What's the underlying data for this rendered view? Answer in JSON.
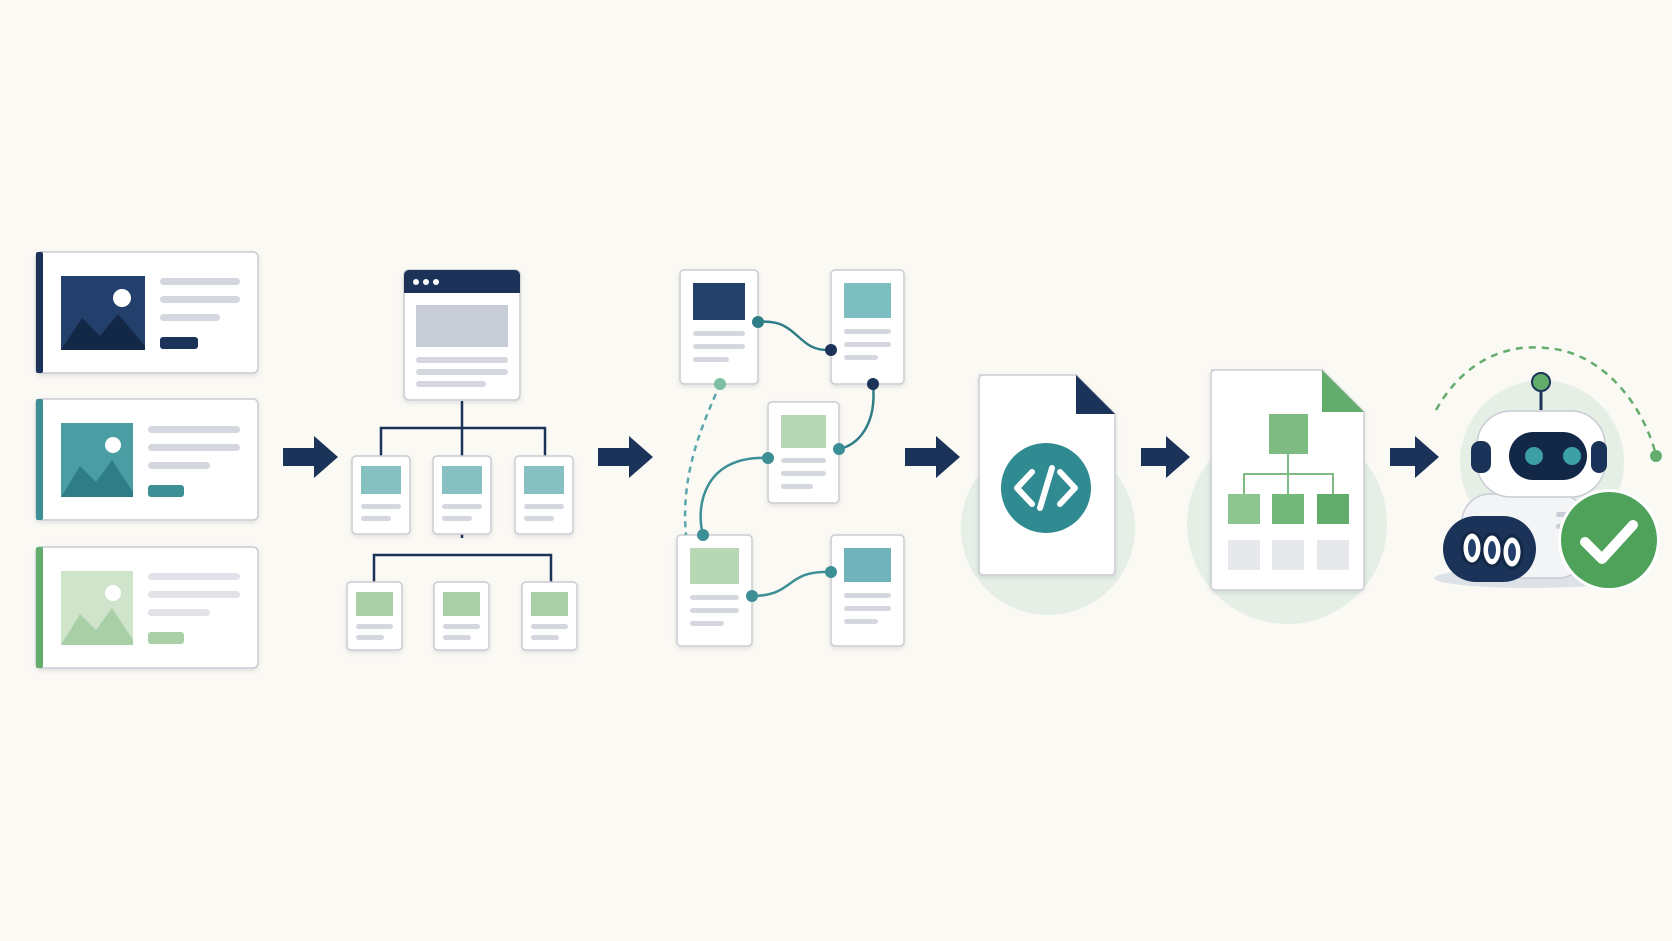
{
  "colors": {
    "background": "#fbf9f4",
    "navy": "#1b3358",
    "navy_dark": "#132846",
    "teal": "#3d8f96",
    "teal_mid": "#5aa7ab",
    "teal_light": "#86c0c1",
    "green": "#63ad6c",
    "green_light": "#a9cfa6",
    "green_pale": "#cfe4cb",
    "gray_line": "#d4d7de",
    "gray_block": "#c8ccd6",
    "card_border": "#c9ccd3",
    "card_fill": "#ffffff",
    "halo": "#e5efe6"
  },
  "diagram": {
    "type": "pipeline",
    "stages": [
      {
        "id": "screenshots",
        "icon": "screenshot-cards-icon"
      },
      {
        "id": "dom-tree",
        "icon": "dom-tree-icon"
      },
      {
        "id": "linked-components",
        "icon": "linked-components-icon"
      },
      {
        "id": "html-code",
        "icon": "code-file-icon"
      },
      {
        "id": "structured-document",
        "icon": "tree-document-icon"
      },
      {
        "id": "agent-verified",
        "icon": "robot-check-icon"
      }
    ],
    "connectors": [
      {
        "from": "screenshots",
        "to": "dom-tree",
        "icon": "arrow-right-icon"
      },
      {
        "from": "dom-tree",
        "to": "linked-components",
        "icon": "arrow-right-icon"
      },
      {
        "from": "linked-components",
        "to": "html-code",
        "icon": "arrow-right-icon"
      },
      {
        "from": "html-code",
        "to": "structured-document",
        "icon": "arrow-right-icon"
      },
      {
        "from": "structured-document",
        "to": "agent-verified",
        "icon": "arrow-right-icon"
      }
    ]
  }
}
